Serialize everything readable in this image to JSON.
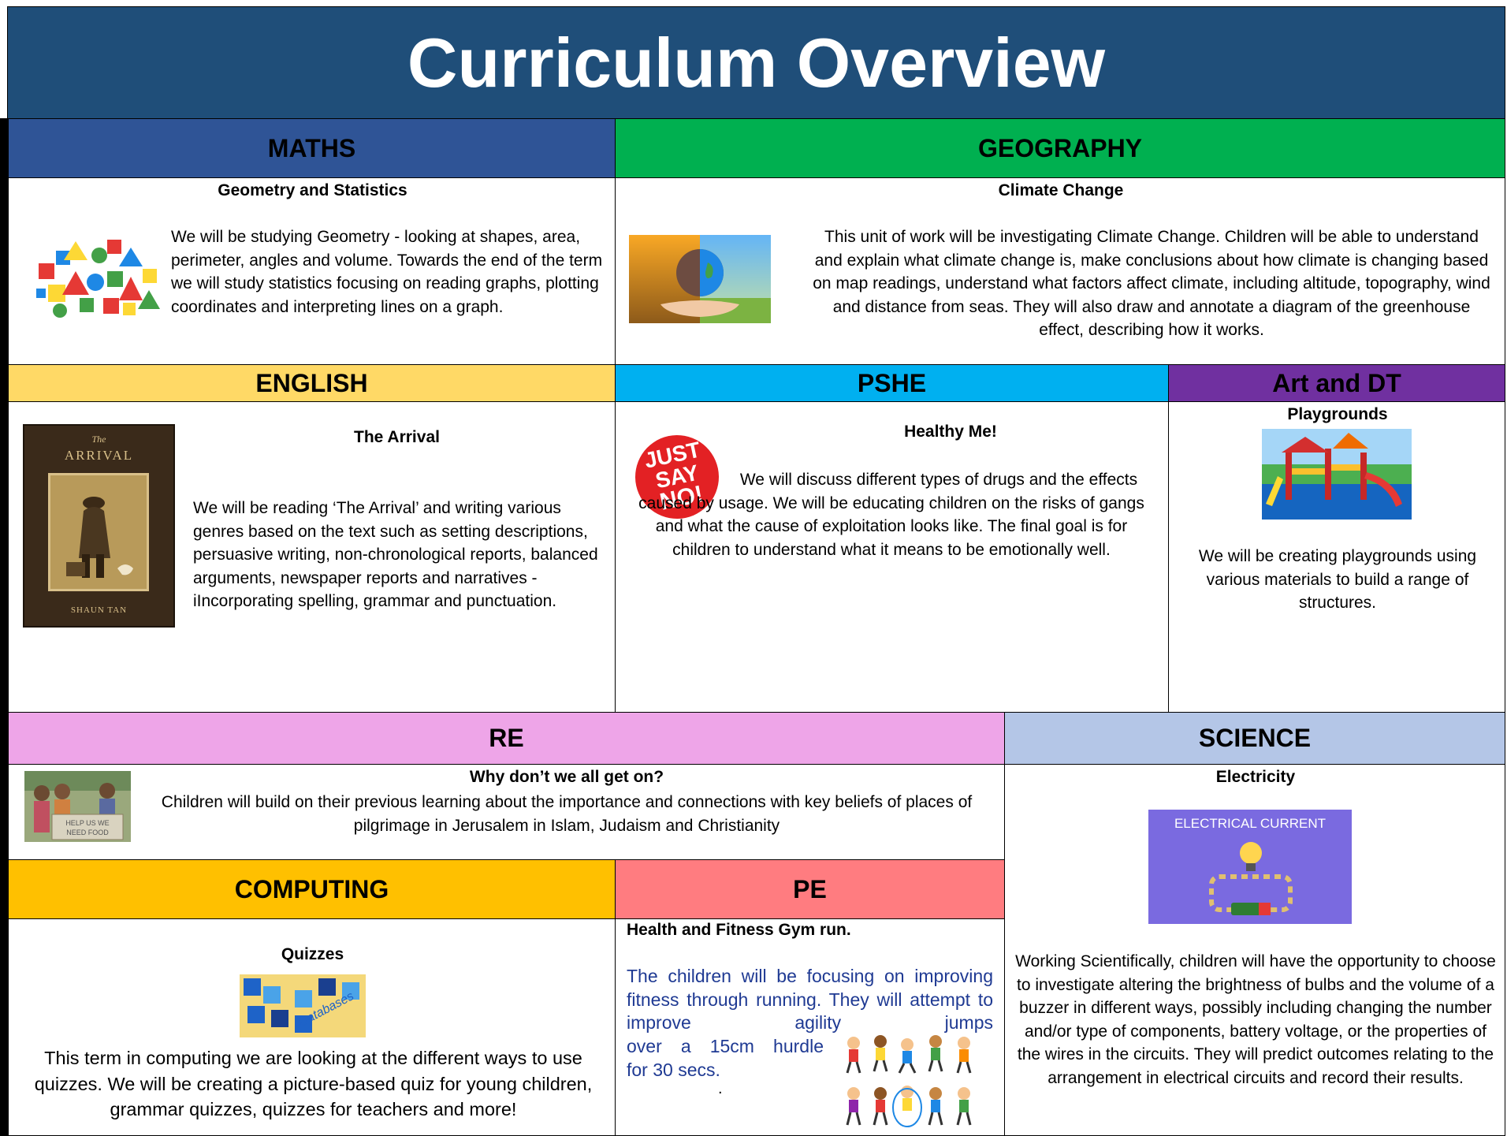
{
  "page": {
    "title": "Curriculum Overview",
    "colors": {
      "title_bg": "#1f4e79",
      "maths": "#2f5496",
      "geography": "#00b050",
      "english": "#ffd966",
      "pshe": "#00b0f0",
      "art_dt": "#7030a0",
      "re": "#eea5e8",
      "science": "#b4c6e7",
      "computing": "#ffc000",
      "pe": "#ff7c80"
    }
  },
  "maths": {
    "heading": "MATHS",
    "subtitle": "Geometry and Statistics",
    "body": "We will be studying Geometry - looking at shapes, area, perimeter, angles and volume. Towards the end of the term we will study statistics focusing on reading graphs, plotting coordinates and interpreting lines on a graph.",
    "image": "geometry-shapes-image"
  },
  "geography": {
    "heading": "GEOGRAPHY",
    "subtitle": "Climate Change",
    "body": "This unit of work will be investigating Climate Change. Children will be able to understand and explain what climate change is, make conclusions about how climate is changing based on map readings, understand what factors affect climate, including altitude, topography, wind and distance from seas. They will also draw and annotate a diagram of the greenhouse effect, describing how it works.",
    "image": "climate-change-image"
  },
  "english": {
    "heading": "ENGLISH",
    "subtitle": "The Arrival",
    "body": "We will be reading ‘The Arrival’ and writing various genres based on the text such as setting descriptions, persuasive writing, non-chronological reports, balanced arguments, newspaper reports and narratives -iIncorporating spelling, grammar and punctuation.",
    "book": {
      "small": "The",
      "title": "ARRIVAL",
      "author": "SHAUN TAN"
    }
  },
  "pshe": {
    "heading": "PSHE",
    "subtitle": "Healthy Me!",
    "body": "We will discuss different types of drugs and the effects caused by usage. We will be educating children on the risks of gangs and what the cause of exploitation looks like. The final goal is for children to understand what it means to be emotionally well.",
    "badge": [
      "JUST",
      "SAY",
      "NO!"
    ]
  },
  "art": {
    "heading": "Art and DT",
    "subtitle": "Playgrounds",
    "body": "We will be creating playgrounds using various materials to build a range of structures.",
    "image": "playground-image"
  },
  "re": {
    "heading": "RE",
    "subtitle": "Why don’t we all get on?",
    "body": "Children will build on their previous learning about the importance and connections with key beliefs of places of pilgrimage in Jerusalem in Islam, Judaism and Christianity",
    "sign_text": "HELP US WE NEED FOOD"
  },
  "science": {
    "heading": "SCIENCE",
    "subtitle": "Electricity",
    "image_caption": "ELECTRICAL CURRENT",
    "body": "Working Scientifically, children will have the opportunity to choose to investigate altering the brightness of bulbs and the volume of a buzzer in different ways, possibly including changing the number and/or type of components, battery voltage, or the properties of the wires in the circuits. They will predict outcomes relating to the arrangement in electrical circuits and record their results."
  },
  "computing": {
    "heading": "COMPUTING",
    "subtitle": "Quizzes",
    "image_caption": "Databases",
    "body": "This term in computing we are looking at the different ways to use quizzes. We will be creating a picture-based quiz for young children, grammar quizzes, quizzes for teachers and more!"
  },
  "pe": {
    "heading": "PE",
    "subtitle": "Health and Fitness Gym run.",
    "body_justified": "The children will be focusing on improving fitness through running. They will attempt to improve agility jumps",
    "body_line4": "over a 15cm hurdle",
    "body_line5": "for 30 secs.",
    "dot": "."
  }
}
